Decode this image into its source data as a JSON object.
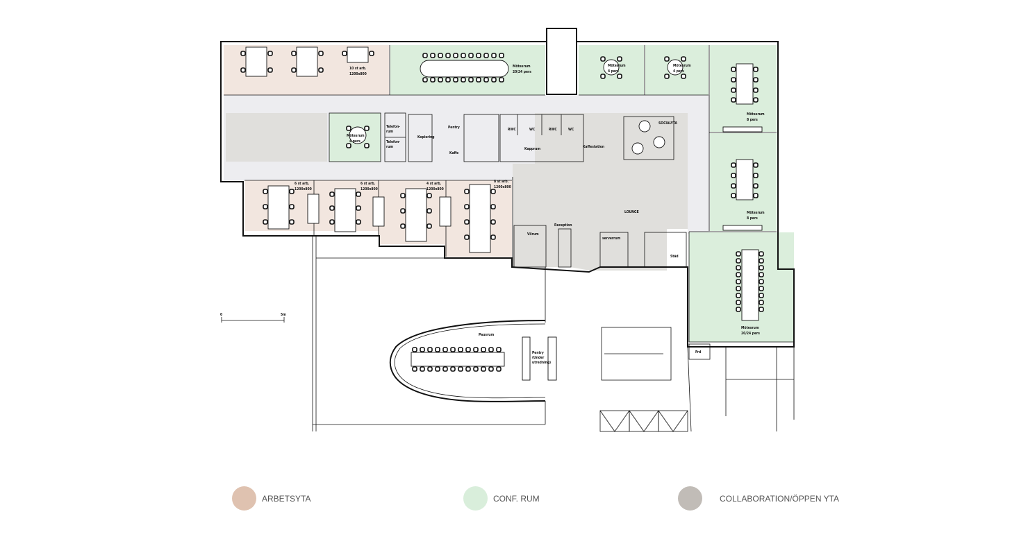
{
  "colors": {
    "arbetsyta": "#f2e6df",
    "conf": "#dbeedc",
    "collab": "#e0dfdc",
    "corridor": "#ededf0"
  },
  "rooms": {
    "work_top": [
      "10 st arb.",
      "1200x800"
    ],
    "conf_top_large": [
      "Mötesrum",
      "20/24 pers"
    ],
    "conf_4a": [
      "Mötesrum",
      "4 pers"
    ],
    "conf_4b": [
      "Mötesrum",
      "4 pers"
    ],
    "conf_4c": [
      "Mötesrum",
      "4 pers"
    ],
    "conf_8a": [
      "Mötesrum",
      "8 pers"
    ],
    "conf_8b": [
      "Mötesrum",
      "8 pers"
    ],
    "conf_right_large": [
      "Mötesrum",
      "20/24 pers"
    ],
    "telefon1": [
      "Telefon-",
      "rum"
    ],
    "telefon2": [
      "Telefon-",
      "rum"
    ],
    "kopiering": "Kopiering",
    "pentry": "Pentry",
    "kaffe": "Kaffe",
    "rwc1": "RWC",
    "wc1": "WC",
    "rwc2": "RWC",
    "wc2": "WC",
    "kapprum": "Kapprum",
    "kaffestation": "Kaffestation",
    "socialyta": "SOCIALYTA",
    "work_b1": [
      "6 st arb.",
      "1200x800"
    ],
    "work_b2": [
      "6 st arb.",
      "1200x800"
    ],
    "work_b3": [
      "4 st arb.",
      "1200x800"
    ],
    "work_b4": [
      "8 st arb.",
      "1200x800"
    ],
    "lounge": "LOUNGE",
    "vilrum": "Vilrum",
    "reception": "Reception",
    "serverrum": "serverrum",
    "stad": "Städ",
    "pausrum": "Pausrum",
    "pentry_utredning": [
      "Pentry",
      "(Under",
      "utredning)"
    ],
    "frd": "Frd"
  },
  "scale_bar": {
    "start": "0",
    "end": "5m"
  },
  "legend": [
    {
      "label": "ARBETSYTA",
      "color": "#dfc2b0"
    },
    {
      "label": "CONF. RUM",
      "color": "#d9eedb"
    },
    {
      "label": "COLLABORATION/ÖPPEN YTA",
      "color": "#c1bcb7"
    }
  ]
}
